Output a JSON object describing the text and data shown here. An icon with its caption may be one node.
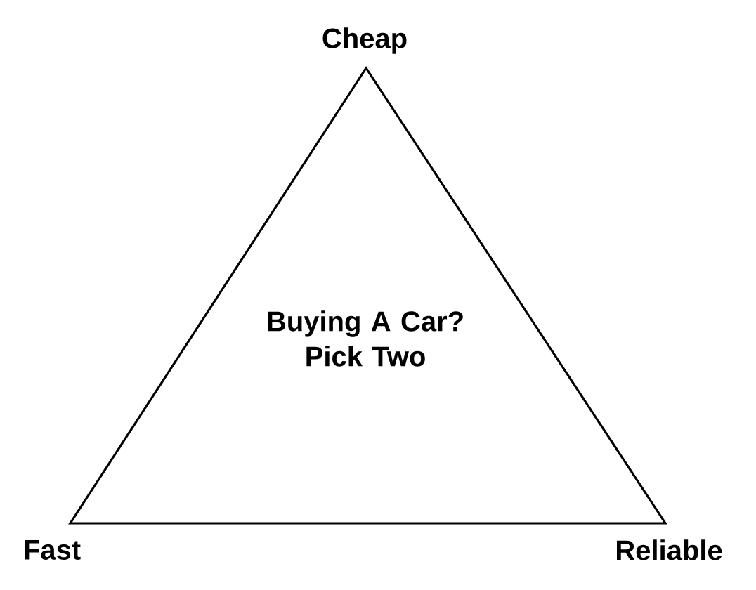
{
  "diagram": {
    "nodes": [
      {
        "text": [
          "Buying A Car? Pick Two"
        ]
      }
    ],
    "labels": [
      "Cheap",
      "Fast",
      "Reliable"
    ]
  }
}
